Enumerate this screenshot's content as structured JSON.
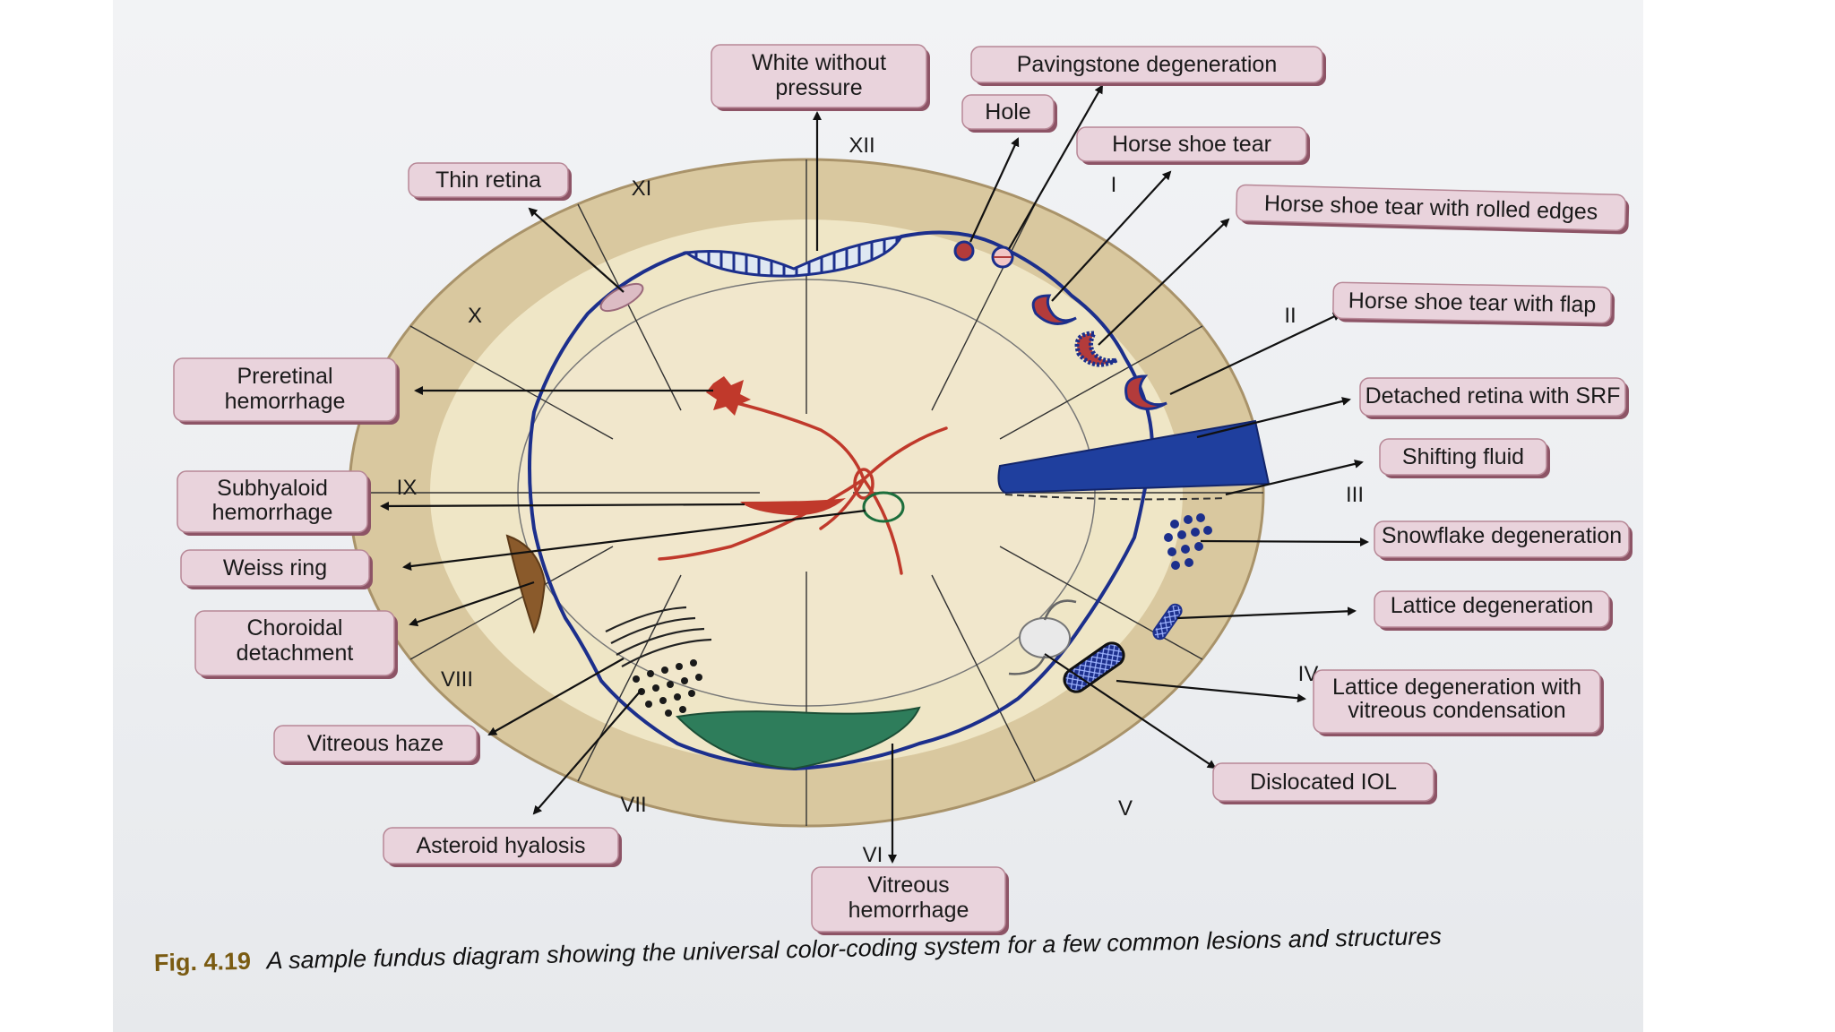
{
  "labels": {
    "white_without_pressure": [
      "White without",
      "pressure"
    ],
    "pavingstone_degeneration": "Pavingstone degeneration",
    "hole": "Hole",
    "horse_shoe_tear": "Horse shoe tear",
    "thin_retina": "Thin retina",
    "horse_shoe_tear_rolled_edges": "Horse shoe tear with rolled edges",
    "horse_shoe_tear_with_flap": "Horse shoe tear with flap",
    "preretinal_hemorrhage": [
      "Preretinal",
      "hemorrhage"
    ],
    "detached_retina_with_srf": "Detached retina with SRF",
    "shifting_fluid": "Shifting fluid",
    "subhyaloid_hemorrhage": [
      "Subhyaloid",
      "hemorrhage"
    ],
    "weiss_ring": "Weiss ring",
    "snowflake_degeneration": "Snowflake degeneration",
    "choroidal_detachment": [
      "Choroidal",
      "detachment"
    ],
    "lattice_degeneration": "Lattice degeneration",
    "lattice_degeneration_vitreous_condensation": [
      "Lattice degeneration with",
      "vitreous condensation"
    ],
    "vitreous_haze": "Vitreous haze",
    "dislocated_iol": "Dislocated IOL",
    "asteroid_hyalosis": "Asteroid hyalosis",
    "vitreous_hemorrhage": [
      "Vitreous",
      "hemorrhage"
    ]
  },
  "clock_hours": {
    "xii": "XII",
    "i": "I",
    "ii": "II",
    "iii": "III",
    "iv": "IV",
    "v": "V",
    "vi": "VI",
    "vii": "VII",
    "viii": "VIII",
    "ix": "IX",
    "x": "X",
    "xi": "XI"
  },
  "caption": {
    "fig": "Fig. 4.19",
    "text": "A sample fundus diagram showing the universal color-coding system for a few common lesions and structures"
  },
  "colors": {
    "outer_ring": "#d9c89f",
    "fundus": "#f1e7cc",
    "retina_edge": "#1c2f8c",
    "vessels": "#c0392b",
    "detachment": "#1f3f9e",
    "vitreous_hemorrhage": "#2e7d5b",
    "choroidal": "#8a5a2b",
    "label_fill": "#e9d3dc",
    "label_shadow": "#8d5466"
  }
}
